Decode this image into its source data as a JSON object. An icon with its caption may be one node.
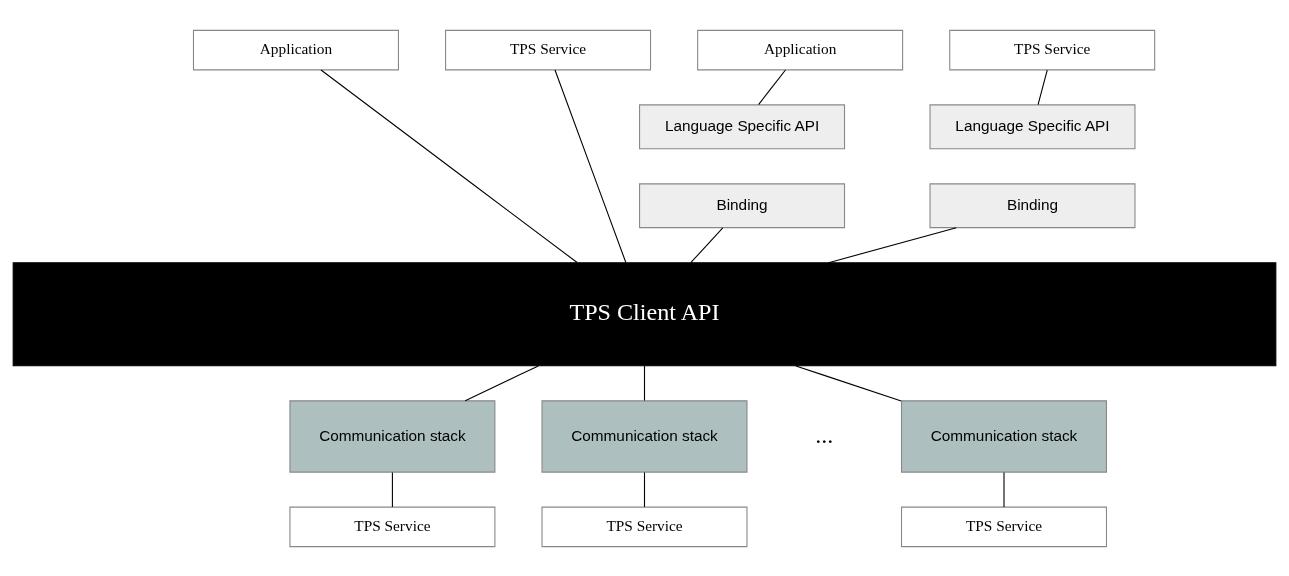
{
  "diagram": {
    "nodes": [
      {
        "text": [
          "Application"
        ]
      },
      {
        "text": [
          "TPS Service"
        ]
      },
      {
        "text": [
          "Application"
        ]
      },
      {
        "text": [
          "TPS Service"
        ]
      },
      {
        "text": [
          "Language Specific API"
        ]
      },
      {
        "text": [
          "Binding"
        ]
      },
      {
        "text": [
          "Language Specific API"
        ]
      },
      {
        "text": [
          "Binding"
        ]
      },
      {
        "text": [
          "TPS Client API"
        ]
      },
      {
        "text": [
          "Communication stack"
        ]
      },
      {
        "text": [
          "Communication stack"
        ]
      },
      {
        "text": [
          "Communication stack"
        ]
      },
      {
        "text": [
          "TPS Service"
        ]
      },
      {
        "text": [
          "TPS Service"
        ]
      },
      {
        "text": [
          "TPS Service"
        ]
      }
    ],
    "edges": [
      {
        "from": 0,
        "to": 8,
        "arrow": "none"
      },
      {
        "from": 1,
        "to": 8,
        "arrow": "none"
      },
      {
        "from": 2,
        "to": 4,
        "arrow": "none"
      },
      {
        "from": 5,
        "to": 8,
        "arrow": "none"
      },
      {
        "from": 3,
        "to": 6,
        "arrow": "none"
      },
      {
        "from": 7,
        "to": 8,
        "arrow": "none"
      },
      {
        "from": 8,
        "to": 9,
        "arrow": "none"
      },
      {
        "from": 8,
        "to": 10,
        "arrow": "none"
      },
      {
        "from": 8,
        "to": 11,
        "arrow": "none"
      },
      {
        "from": 9,
        "to": 12,
        "arrow": "none"
      },
      {
        "from": 10,
        "to": 13,
        "arrow": "none"
      },
      {
        "from": 11,
        "to": 14,
        "arrow": "none"
      }
    ],
    "labels": [
      "..."
    ]
  }
}
